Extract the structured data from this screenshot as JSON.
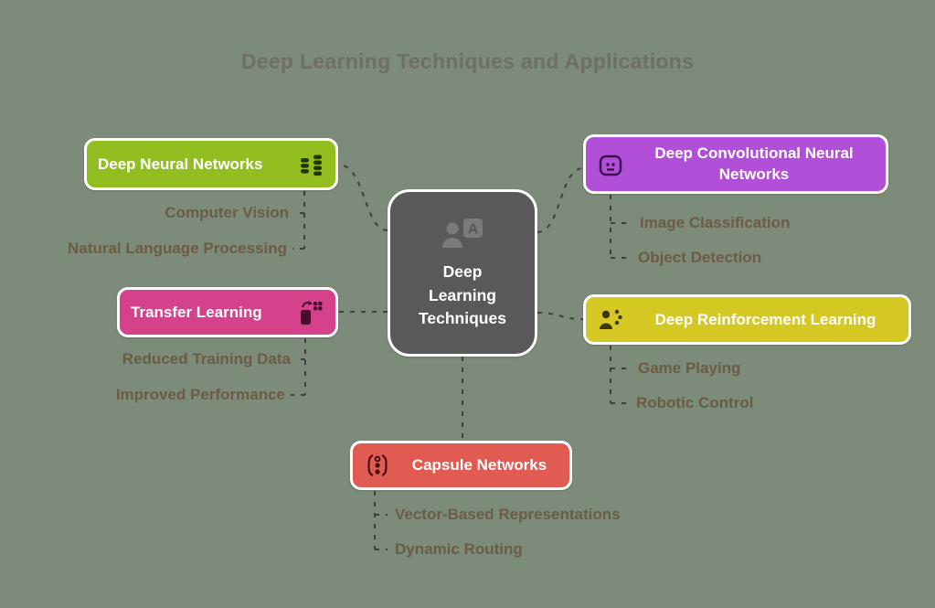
{
  "title": "Deep Learning Techniques and Applications",
  "center": {
    "label": "Deep Learning Techniques",
    "icon": "person-a-icon"
  },
  "branches": [
    {
      "id": "dnn",
      "label": "Deep Neural Networks",
      "color": "#92BF1F",
      "icon": "database-layers-icon",
      "children": [
        "Computer Vision",
        "Natural Language Processing"
      ]
    },
    {
      "id": "transfer",
      "label": "Transfer Learning",
      "color": "#D6418C",
      "icon": "device-transfer-icon",
      "children": [
        "Reduced Training Data",
        "Improved Performance"
      ]
    },
    {
      "id": "dcnn",
      "label": "Deep Convolutional Neural Networks",
      "color": "#B24FD8",
      "icon": "robot-face-icon",
      "children": [
        "Image Classification",
        "Object Detection"
      ]
    },
    {
      "id": "drl",
      "label": "Deep Reinforcement Learning",
      "color": "#D5C822",
      "icon": "person-options-icon",
      "children": [
        "Game Playing",
        "Robotic Control"
      ]
    },
    {
      "id": "capsule",
      "label": "Capsule Networks",
      "color": "#E25B52",
      "icon": "capsule-routing-icon",
      "children": [
        "Vector-Based Representations",
        "Dynamic Routing"
      ]
    }
  ],
  "colors": {
    "background": "#7D8B7A",
    "center_node": "#595959",
    "connector": "#3F3F3F",
    "sub_label": "#6B5C45",
    "title": "#6F6F67"
  }
}
